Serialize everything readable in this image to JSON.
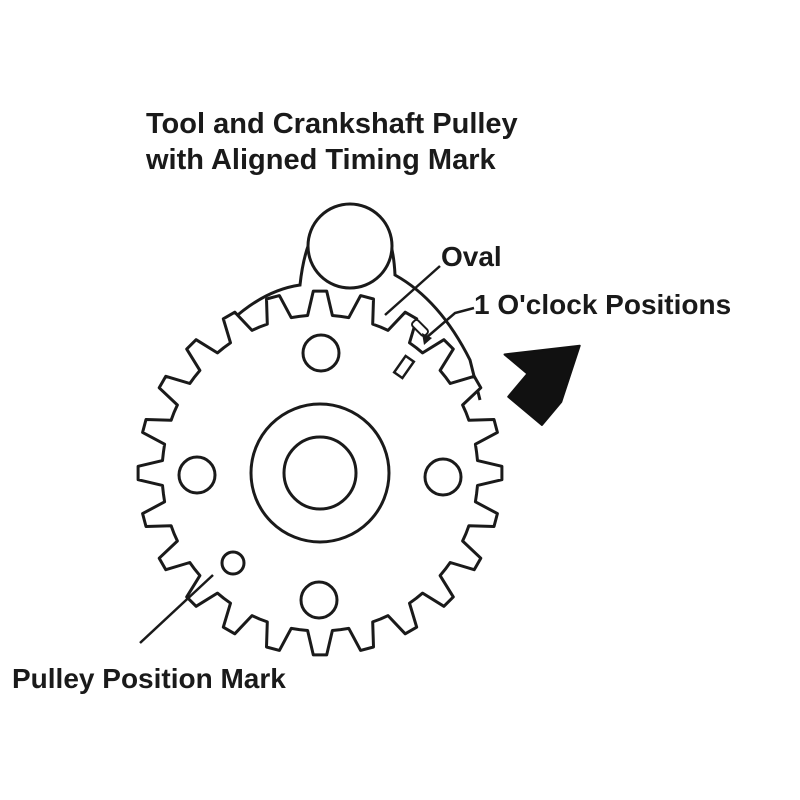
{
  "title": {
    "line1": "Tool and Crankshaft Pulley",
    "line2": "with Aligned Timing Mark"
  },
  "callouts": {
    "oval": "Oval",
    "one_oclock": "1 O'clock Positions",
    "pulley_position_mark": "Pulley Position Mark"
  },
  "gear": {
    "teeth": 24,
    "bolt_holes": 4,
    "timing_mark_position": "1 o'clock"
  },
  "colors": {
    "line": "#1a1a1a",
    "fill": "#ffffff",
    "arrow": "#111111"
  },
  "icons": {
    "pointer": "arrow-icon"
  }
}
